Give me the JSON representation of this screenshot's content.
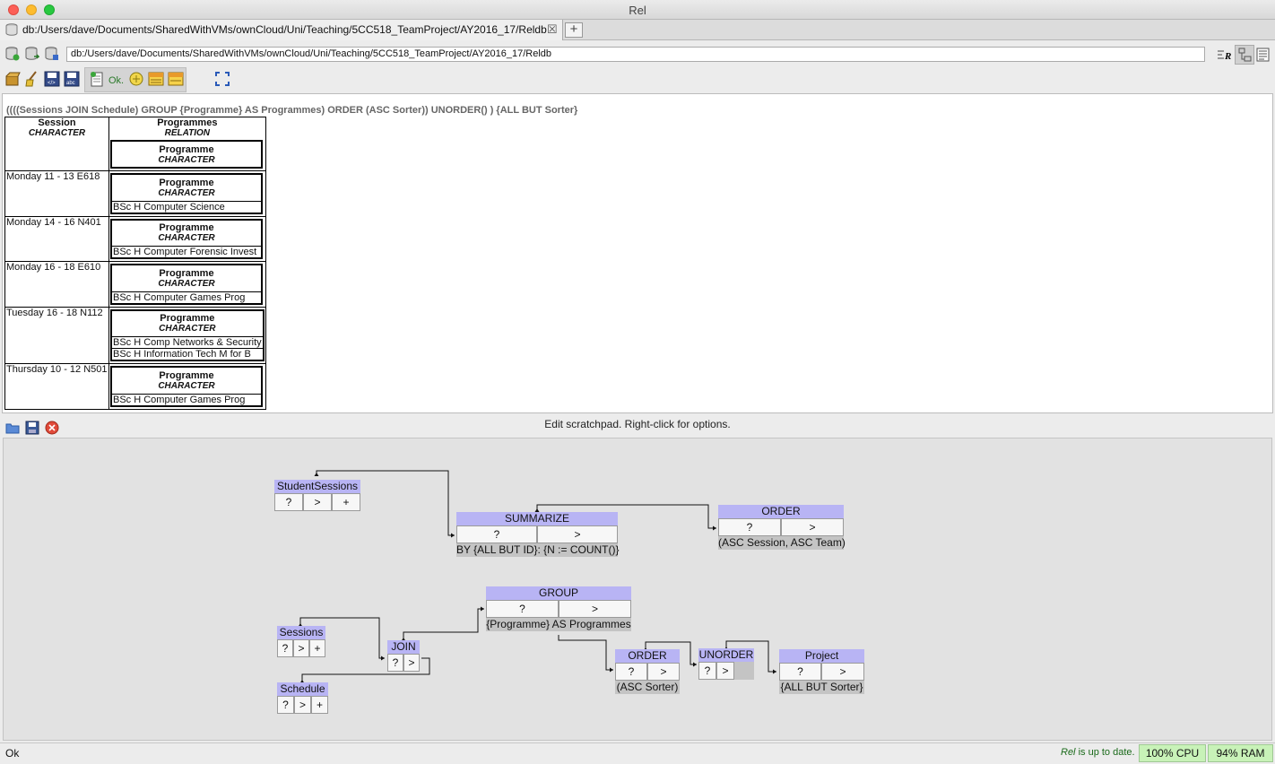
{
  "window": {
    "title": "Rel"
  },
  "tab": {
    "label": "db:/Users/dave/Documents/SharedWithVMs/ownCloud/Uni/Teaching/5CC518_TeamProject/AY2016_17/Reldb",
    "close_icon": "close-icon"
  },
  "location": {
    "value": "db:/Users/dave/Documents/SharedWithVMs/ownCloud/Uni/Teaching/5CC518_TeamProject/AY2016_17/Reldb"
  },
  "toolbar": {
    "ok_label": "Ok."
  },
  "output": {
    "query": "((((Sessions JOIN Schedule) GROUP {Programme} AS Programmes) ORDER (ASC Sorter)) UNORDER() ) {ALL BUT Sorter}",
    "headers": {
      "session": "Session",
      "session_type": "CHARACTER",
      "programmes": "Programmes",
      "programmes_type": "RELATION",
      "programme": "Programme",
      "programme_type": "CHARACTER"
    },
    "rows": [
      {
        "session": "Monday 11 - 13 E618",
        "programmes": [
          "BSc H Computer Science"
        ]
      },
      {
        "session": "Monday 14 - 16 N401",
        "programmes": [
          "BSc H Computer Forensic Invest"
        ]
      },
      {
        "session": "Monday 16 - 18 E610",
        "programmes": [
          "BSc H Computer Games Prog"
        ]
      },
      {
        "session": "Tuesday 16 - 18 N112",
        "programmes": [
          "BSc H Comp Networks & Security",
          "BSc H Information Tech M for B"
        ]
      },
      {
        "session": "Thursday 10 - 12 N501",
        "programmes": [
          "BSc H Computer Games Prog"
        ]
      }
    ]
  },
  "scratchpad": {
    "hint": "Edit scratchpad.  Right-click for options.",
    "nodes": {
      "studentsessions": {
        "title": "StudentSessions",
        "b1": "?",
        "b2": ">",
        "b3": "+"
      },
      "summarize": {
        "title": "SUMMARIZE",
        "b1": "?",
        "b2": ">",
        "label": "BY {ALL BUT ID}: {N := COUNT()}"
      },
      "order1": {
        "title": "ORDER",
        "b1": "?",
        "b2": ">",
        "label": "(ASC Session, ASC Team)"
      },
      "group": {
        "title": "GROUP",
        "b1": "?",
        "b2": ">",
        "label": "{Programme} AS Programmes"
      },
      "sessions": {
        "title": "Sessions",
        "b1": "?",
        "b2": ">",
        "b3": "+"
      },
      "join": {
        "title": "JOIN",
        "b1": "?",
        "b2": ">"
      },
      "schedule": {
        "title": "Schedule",
        "b1": "?",
        "b2": ">",
        "b3": "+"
      },
      "order2": {
        "title": "ORDER",
        "b1": "?",
        "b2": ">",
        "label": "(ASC Sorter)"
      },
      "unorder": {
        "title": "UNORDER",
        "b1": "?",
        "b2": ">"
      },
      "project": {
        "title": "Project",
        "b1": "?",
        "b2": ">",
        "label": "{ALL BUT Sorter}"
      }
    }
  },
  "status": {
    "text": "Ok",
    "app_name": "Rel",
    "update_text": " is up to date.",
    "cpu": "100% CPU",
    "ram": "94% RAM"
  }
}
